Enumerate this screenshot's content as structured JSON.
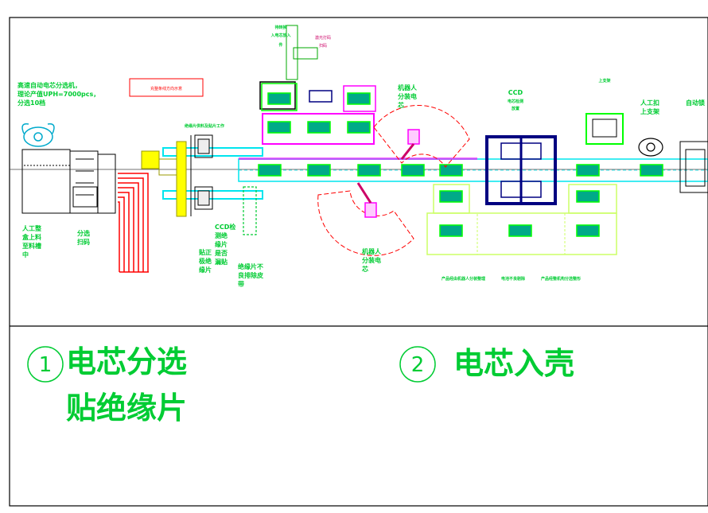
{
  "notes": {
    "sorter": [
      "高速自动电芯分选机，",
      "理论产值UPH=7000pcs，",
      "分选10档"
    ],
    "red_box": "充整条线方向示意",
    "manual_load": [
      "人工整",
      "盒上料",
      "至料槽",
      "中"
    ],
    "sort_scan": [
      "分选",
      "扫码"
    ],
    "insulation_feed": "绝缘片供料及贴片工作",
    "paste_insulation": [
      "贴正",
      "极绝",
      "缘片"
    ],
    "ccd_check": [
      "CCD检",
      "测绝",
      "缘片",
      "是否",
      "漏贴"
    ],
    "reject": [
      "绝缘片不",
      "良排除皮",
      "带"
    ],
    "top_left_note": [
      "待转换",
      "入电芯放入",
      "件"
    ],
    "top_right_note": [
      "激光打码",
      "扫码"
    ],
    "robot_top": [
      "机器人",
      "分装电",
      "芯"
    ],
    "robot_bottom": [
      "机器人",
      "分装电",
      "芯"
    ],
    "ccd_title": "CCD",
    "ccd_sub": [
      "电芯检测",
      "放置"
    ],
    "upper_bracket": "上支架",
    "manual_bracket": [
      "人工扣",
      "上支架"
    ],
    "auto_lock": "自动锁",
    "bottom_note_1": "产品经由机器人分装整理",
    "bottom_note_2": "电池不良剔除",
    "bottom_note_3": "产品经整机构分选整形"
  },
  "stages": [
    {
      "num": "1",
      "title_lines": [
        "电芯分选",
        "贴绝缘片"
      ]
    },
    {
      "num": "2",
      "title_lines": [
        "电芯入壳"
      ]
    }
  ],
  "colors": {
    "label": "#00cc33",
    "cyan": "#00e5ee",
    "magenta": "#ff00ff",
    "yellow": "#ffff00",
    "red": "#ff0000",
    "navy": "#000080",
    "green": "#00ff00",
    "yellowgreen": "#ccff66"
  }
}
